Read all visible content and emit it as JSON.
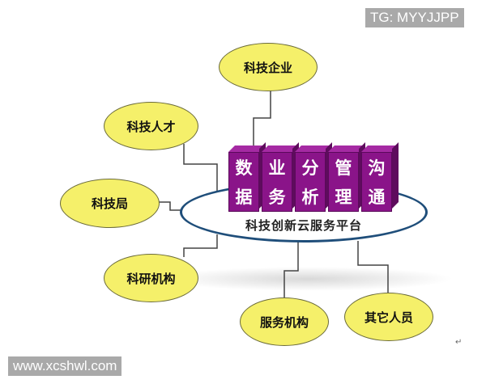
{
  "watermarks": {
    "top_right": "TG: MYYJJPP",
    "bottom_left": "www.xcshwl.com"
  },
  "platform": {
    "label": "科技创新云服务平台",
    "border_color": "#1f4e7a",
    "cubes": [
      {
        "top": "数",
        "bottom": "据"
      },
      {
        "top": "业",
        "bottom": "务"
      },
      {
        "top": "分",
        "bottom": "析"
      },
      {
        "top": "管",
        "bottom": "理"
      },
      {
        "top": "沟",
        "bottom": "通"
      }
    ],
    "cube_color": "#8a1489"
  },
  "nodes": [
    {
      "id": "enterprise",
      "label": "科技企业"
    },
    {
      "id": "talent",
      "label": "科技人才"
    },
    {
      "id": "bureau",
      "label": "科技局"
    },
    {
      "id": "research",
      "label": "科研机构"
    },
    {
      "id": "service",
      "label": "服务机构"
    },
    {
      "id": "others",
      "label": "其它人员"
    }
  ],
  "node_color": "#f5f06a",
  "return_mark": "↵"
}
